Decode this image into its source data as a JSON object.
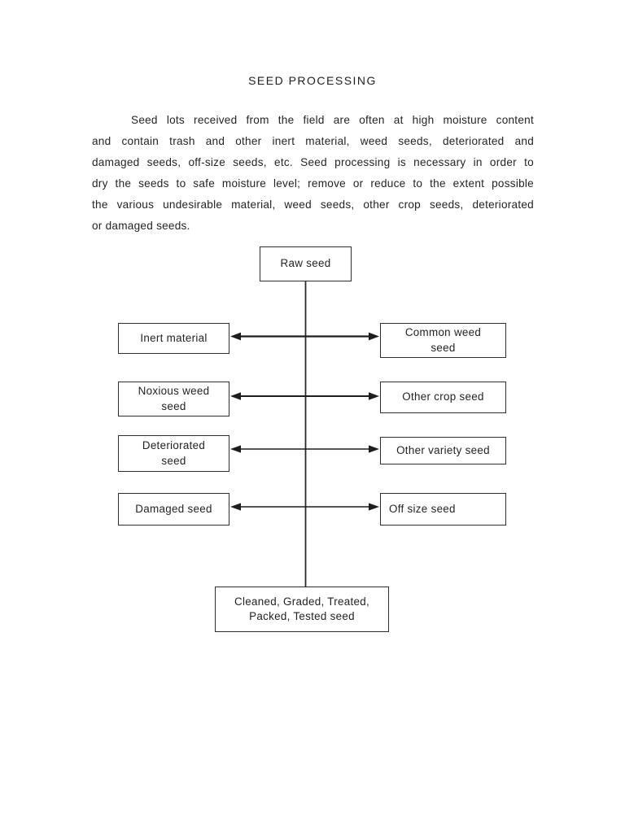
{
  "page": {
    "title": "SEED PROCESSING"
  },
  "paragraph": {
    "lines": [
      "Seed lots received from the field are often at high moisture content",
      "and contain trash and other inert material, weed seeds, deteriorated and",
      "damaged seeds, off-size seeds, etc. Seed processing is necessary in order to",
      "dry the seeds to safe moisture level; remove or reduce to the extent possible",
      "the various undesirable material, weed seeds, other crop seeds, deteriorated",
      "or damaged seeds."
    ]
  },
  "diagram": {
    "boxes": {
      "raw_seed": {
        "label": "Raw seed",
        "lines": [
          "Raw seed"
        ]
      },
      "inert_material": {
        "label": "Inert material",
        "lines": [
          "Inert material"
        ]
      },
      "common_weed_seed": {
        "label": "Common weed seed",
        "lines": [
          "Common weed",
          "seed"
        ]
      },
      "noxious_weed_seed": {
        "label": "Noxious weed seed",
        "lines": [
          "Noxious weed",
          "seed"
        ]
      },
      "other_crop_seed": {
        "label": "Other crop seed",
        "lines": [
          "Other crop seed"
        ]
      },
      "deteriorated_seed": {
        "label": "Deteriorated seed",
        "lines": [
          "Deteriorated",
          "seed"
        ]
      },
      "other_variety_seed": {
        "label": "Other variety seed",
        "lines": [
          "Other variety seed"
        ]
      },
      "damaged_seed": {
        "label": "Damaged seed",
        "lines": [
          "Damaged seed"
        ]
      },
      "off_size_seed": {
        "label": "Off size seed",
        "lines": [
          "Off size seed"
        ]
      },
      "cleaned_seed": {
        "label": "Cleaned, Graded, Treated, Packed, Tested seed",
        "lines": [
          "Cleaned, Graded, Treated,",
          "Packed, Tested seed"
        ]
      }
    },
    "colors": {
      "line": "#2a2a2a",
      "border": "#2d2d2d",
      "text": "#232323",
      "background": "#ffffff"
    }
  }
}
